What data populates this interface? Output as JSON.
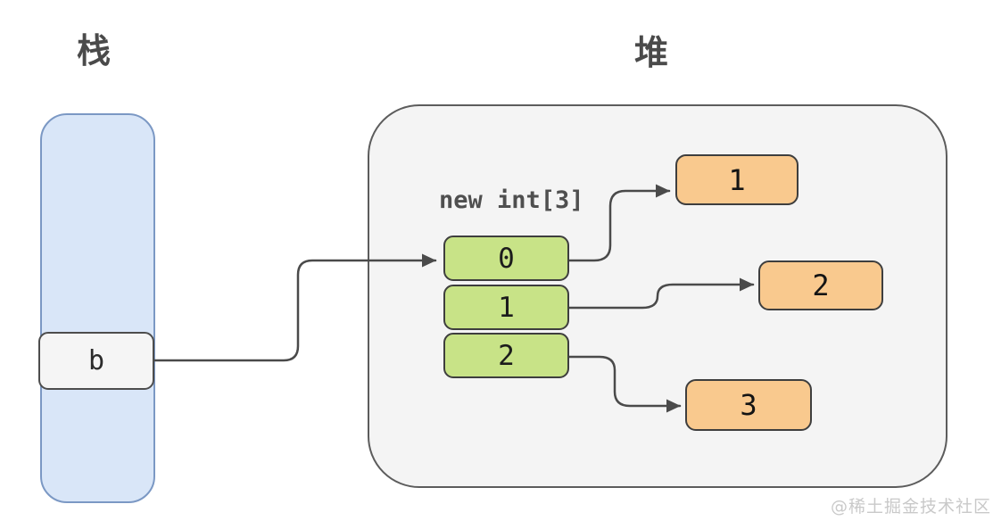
{
  "diagram": {
    "stack": {
      "title": "栈",
      "variable": "b"
    },
    "heap": {
      "title": "堆",
      "array_label": "new int[3]",
      "array_cells": [
        "0",
        "1",
        "2"
      ],
      "values": [
        "1",
        "2",
        "3"
      ]
    },
    "watermark": "@稀土掘金技术社区",
    "colors": {
      "stack_fill": "#d9e6f8",
      "stack_border": "#7b98c4",
      "heap_fill": "#f4f4f4",
      "heap_border": "#5c5c5c",
      "variable_fill": "#f5f5f5",
      "cell_fill": "#c8e387",
      "value_fill": "#f9c98e",
      "box_border": "#3e3e3e",
      "arrow": "#4a4a4a",
      "title_text": "#4a4a4a",
      "watermark_text": "#c9c9c9"
    }
  }
}
